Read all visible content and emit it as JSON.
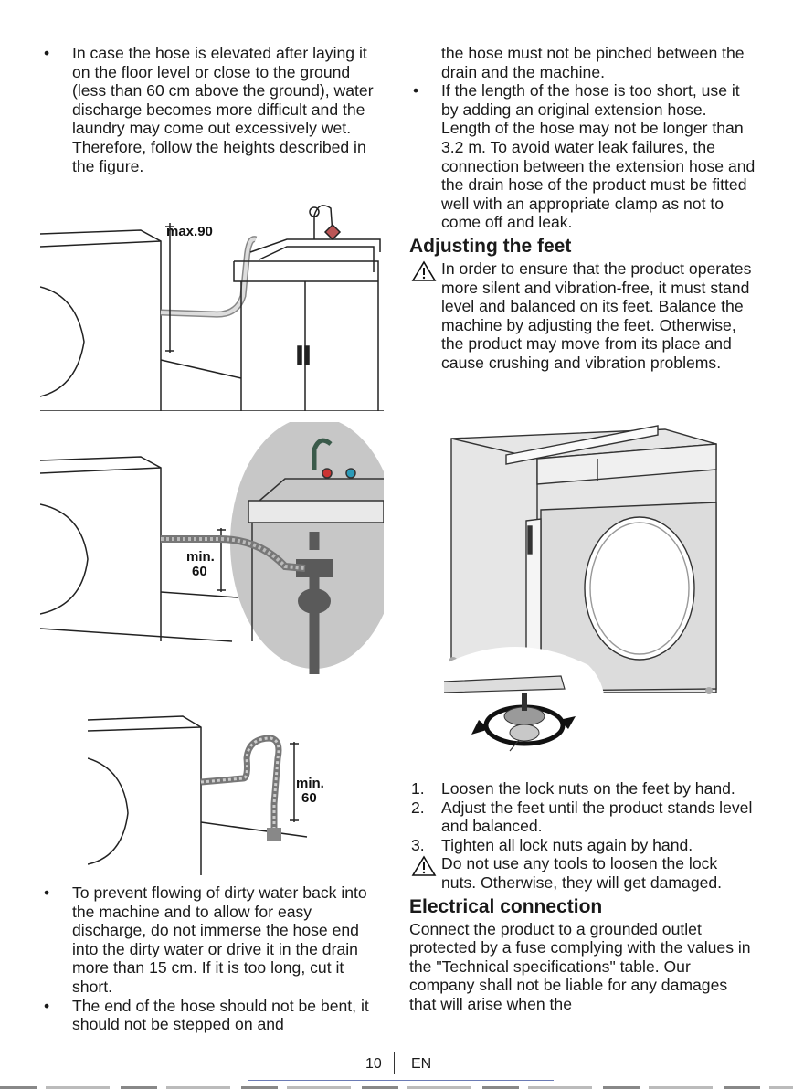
{
  "left_column": {
    "bullet1": "In case the hose is elevated after laying it on the floor level or close to the ground (less than 60 cm above the ground), water discharge becomes more difficult and the laundry may come out excessively wet. Therefore, follow the heights described in the figure.",
    "fig1_label": "max.90",
    "fig2_label_line1": "min.",
    "fig2_label_line2": "60",
    "fig3_label_line1": "min.",
    "fig3_label_line2": "60",
    "bullet2": "To prevent flowing of dirty water back into the machine and to allow for easy discharge, do not immerse the hose end into the dirty water or drive it in the drain more than 15 cm. If it is too long, cut it short.",
    "bullet3": "The end of the hose should not be bent, it should not be stepped on and"
  },
  "right_column": {
    "continuation": "the hose must not be pinched between the drain and the machine.",
    "bullet4": "If the length of the hose is too short, use it by adding an original extension hose. Length of the hose may not be longer than 3.2 m. To avoid water leak failures, the connection between the extension hose and the drain hose of the product must be fitted well with an appropriate clamp as not to come off and leak.",
    "heading_feet": "Adjusting the feet",
    "warning_feet": "In order to ensure that the product operates more silent and vibration-free, it must stand level and balanced on its feet.  Balance the machine by adjusting the feet. Otherwise, the product may move from its place and cause crushing and vibration problems.",
    "steps": [
      {
        "num": "1.",
        "text": "Loosen the lock nuts on the feet by hand."
      },
      {
        "num": "2.",
        "text": "Adjust the feet until the product stands level and balanced."
      },
      {
        "num": "3.",
        "text": "Tighten all lock nuts again by hand."
      }
    ],
    "warning_tools": "Do not use any tools to loosen the lock nuts. Otherwise, they will get damaged.",
    "heading_electrical": "Electrical connection",
    "electrical_text": "Connect the product to a grounded outlet protected by a fuse complying with the values in the \"Technical specifications\" table. Our company shall not be liable for any damages that will arise when the"
  },
  "footer": {
    "page_number": "10",
    "language": "EN"
  },
  "bullet_symbol": "•"
}
